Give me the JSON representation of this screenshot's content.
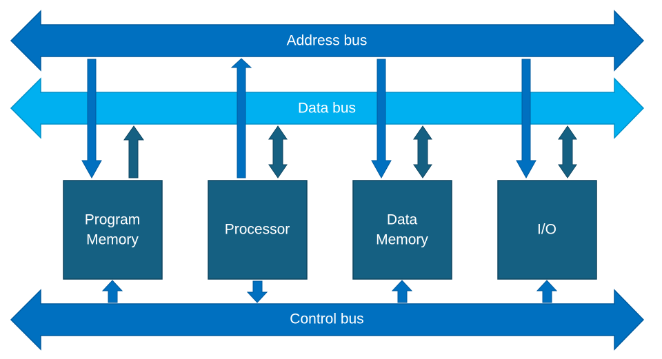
{
  "colors": {
    "address_bus": "#0070C0",
    "data_bus": "#00B0F0",
    "control_bus": "#0070C0",
    "block_fill": "#156082",
    "block_stroke": "#0E4560",
    "arrow_blue": "#0070C0",
    "arrow_dark": "#156082",
    "text": "#FFFFFF"
  },
  "buses": {
    "address": {
      "label": "Address bus"
    },
    "data": {
      "label": "Data bus"
    },
    "control": {
      "label": "Control bus"
    }
  },
  "blocks": [
    {
      "id": "program-memory",
      "lines": [
        "Program",
        "Memory"
      ]
    },
    {
      "id": "processor",
      "lines": [
        "Processor"
      ]
    },
    {
      "id": "data-memory",
      "lines": [
        "Data",
        "Memory"
      ]
    },
    {
      "id": "io",
      "lines": [
        "I/O"
      ]
    }
  ]
}
